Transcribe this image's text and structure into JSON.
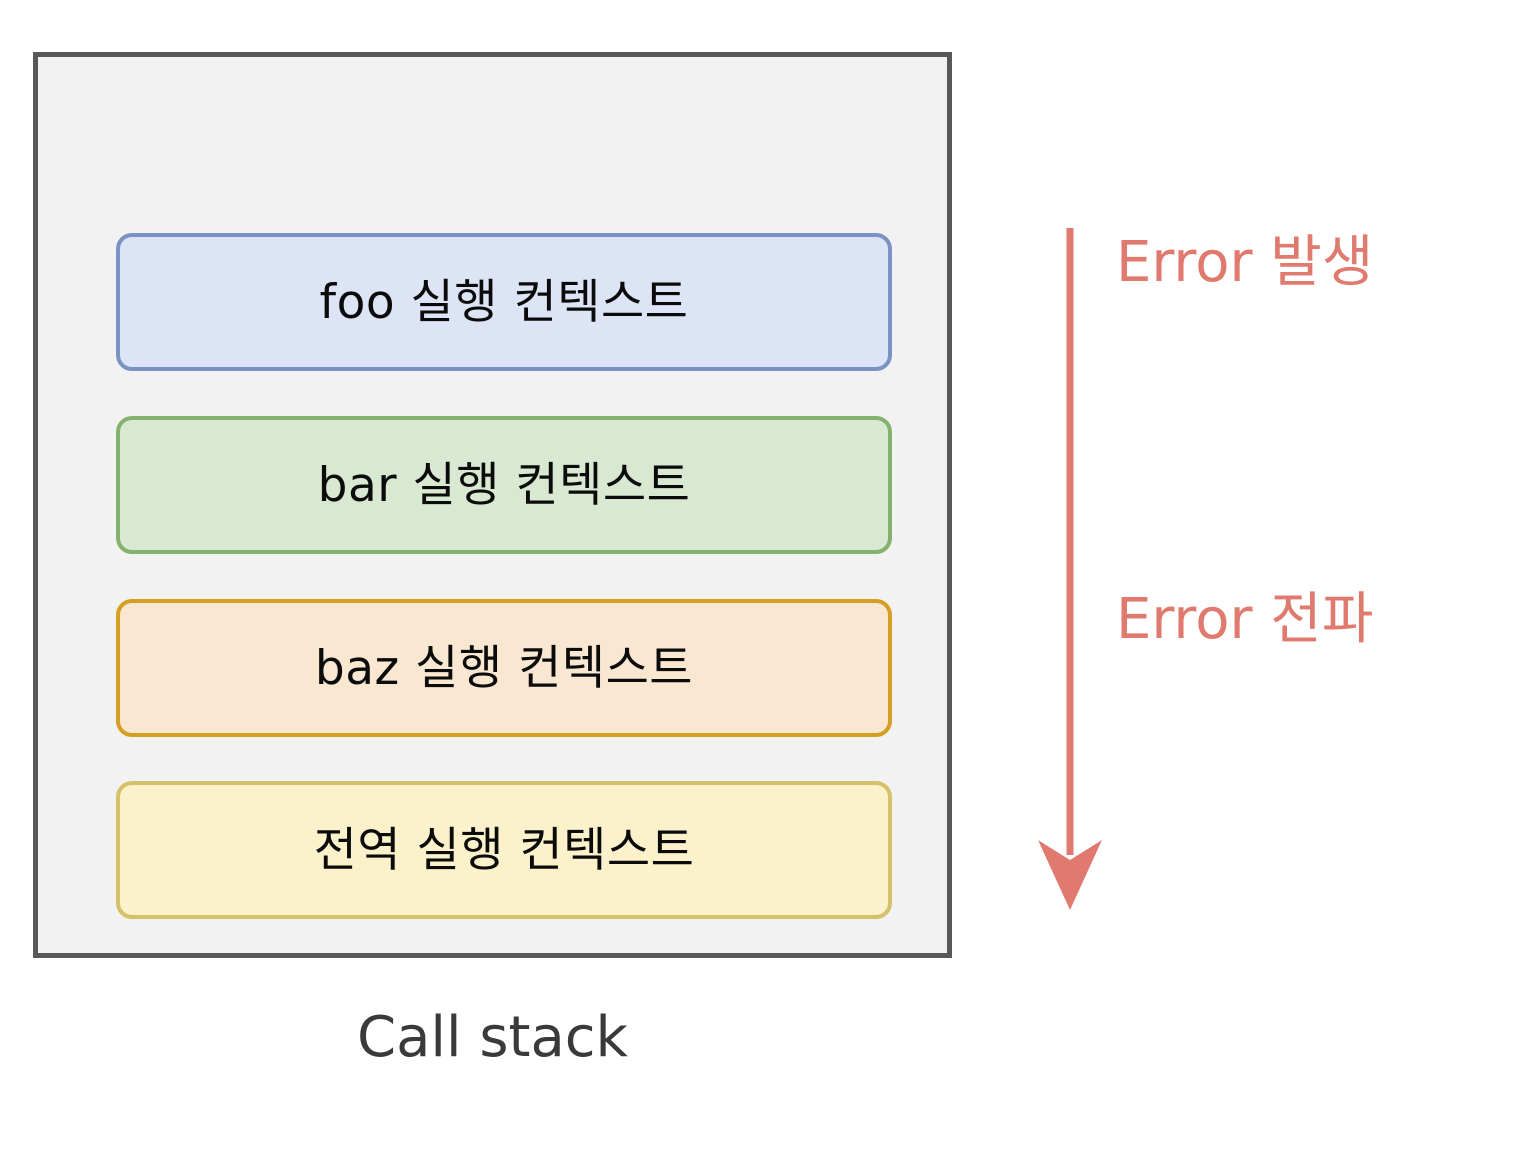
{
  "diagram": {
    "call_stack": {
      "caption": "Call stack",
      "frame_border_color": "#585858",
      "frame_fill_color": "#f2f2f2",
      "frames": [
        {
          "label": "foo 실행 컨텍스트",
          "fill": "#dce4f5",
          "border": "#7b93c4"
        },
        {
          "label": "bar 실행 컨텍스트",
          "fill": "#d9e8d1",
          "border": "#85b16f"
        },
        {
          "label": "baz 실행 컨텍스트",
          "fill": "#fae7d1",
          "border": "#d59e25"
        },
        {
          "label": "전역 실행 컨텍스트",
          "fill": "#fbf1ca",
          "border": "#d5c169"
        }
      ]
    },
    "error_flow": {
      "accent_color": "#e07a6f",
      "arrow_direction": "down",
      "arrow_icon": "down-arrow-icon",
      "notes": [
        {
          "text": "Error 발생"
        },
        {
          "text": "Error 전파"
        }
      ]
    }
  }
}
